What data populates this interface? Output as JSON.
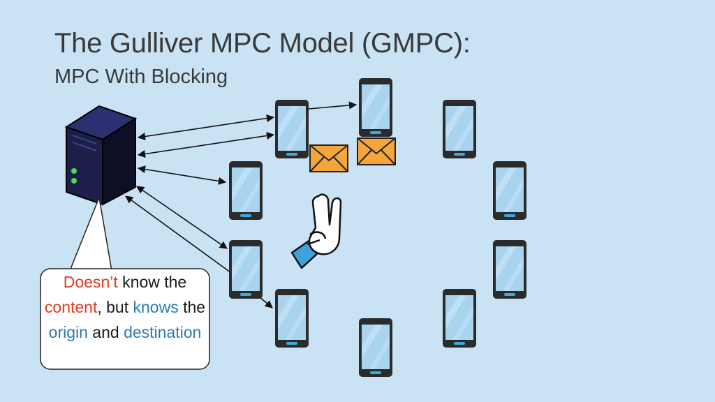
{
  "slide": {
    "title": "The Gulliver MPC Model (GMPC):",
    "subtitle": "MPC With Blocking"
  },
  "callout": {
    "part1": "Doesn’t",
    "part2": " know the ",
    "part3": "content",
    "part4": ", but ",
    "part5": "knows",
    "part6": " the ",
    "part7": "origin",
    "part8": " and ",
    "part9": "destination"
  },
  "colors": {
    "background": "#c9e3f5",
    "highlight_red": "#e03a1e",
    "highlight_blue": "#2a7ab8",
    "server_body": "#14173a",
    "phone_screen": "#a9d4ef",
    "envelope": "#f5a53a"
  },
  "icons": {
    "server": "server-icon",
    "phone": "smartphone-icon",
    "envelope": "envelope-icon",
    "hand": "victory-hand-icon"
  }
}
